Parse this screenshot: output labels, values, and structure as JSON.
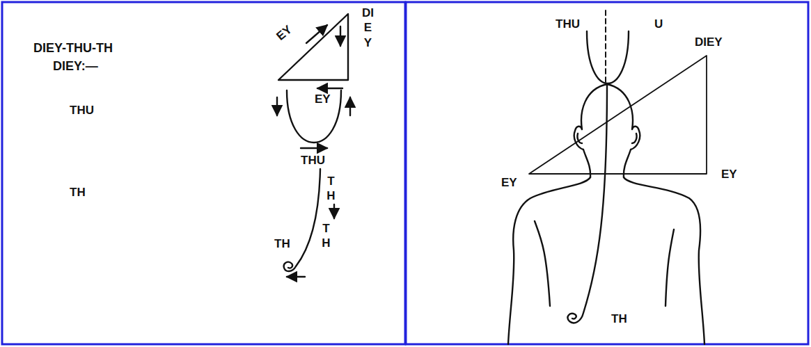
{
  "diagram": {
    "labels": [
      "DIEY-THU-TH",
      "DIEY:—",
      "EY",
      "DIEY",
      "EY",
      "THU",
      "THU",
      "TH",
      "TH",
      "TH",
      "TH",
      "THU",
      "U",
      "DIEY",
      "EY",
      "EY",
      "TH"
    ]
  }
}
